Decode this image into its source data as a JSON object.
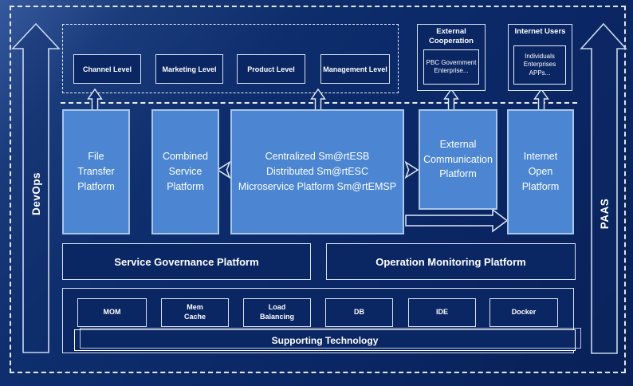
{
  "diagram": {
    "rails": {
      "devops": "DevOps",
      "paas": "PAAS"
    },
    "levels": [
      "Channel Level",
      "Marketing Level",
      "Product Level",
      "Management Level"
    ],
    "external_cooperation": {
      "title": "External\nCooperation",
      "members": "PBC Government\nEnterprise..."
    },
    "internet_users": {
      "title": "Internet Users",
      "members": "Individuals\nEnterprises\nAPPs..."
    },
    "platforms": {
      "file_transfer": "File\nTransfer\nPlatform",
      "combined_service": "Combined\nService\nPlatform",
      "central_esb": "Centralized Sm@rtESB\nDistributed Sm@rtESC\nMicroservice Platform Sm@rtEMSP",
      "external_communication": "External\nCommunication\nPlatform",
      "internet_open": "Internet\nOpen\nPlatform"
    },
    "governance": "Service Governance Platform",
    "monitoring": "Operation Monitoring Platform",
    "supporting": {
      "items": [
        "MOM",
        "Mem\nCache",
        "Load\nBalancing",
        "DB",
        "IDE",
        "Docker"
      ],
      "bar": "Supporting Technology"
    },
    "colors": {
      "background": "#0C2C6D",
      "panel_dark": "#0A2663",
      "panel_light": "#4C86D2",
      "border_light_blue": "#A9C7E8",
      "border_white": "#E9EFF8",
      "text": "#FFFFFF"
    }
  }
}
